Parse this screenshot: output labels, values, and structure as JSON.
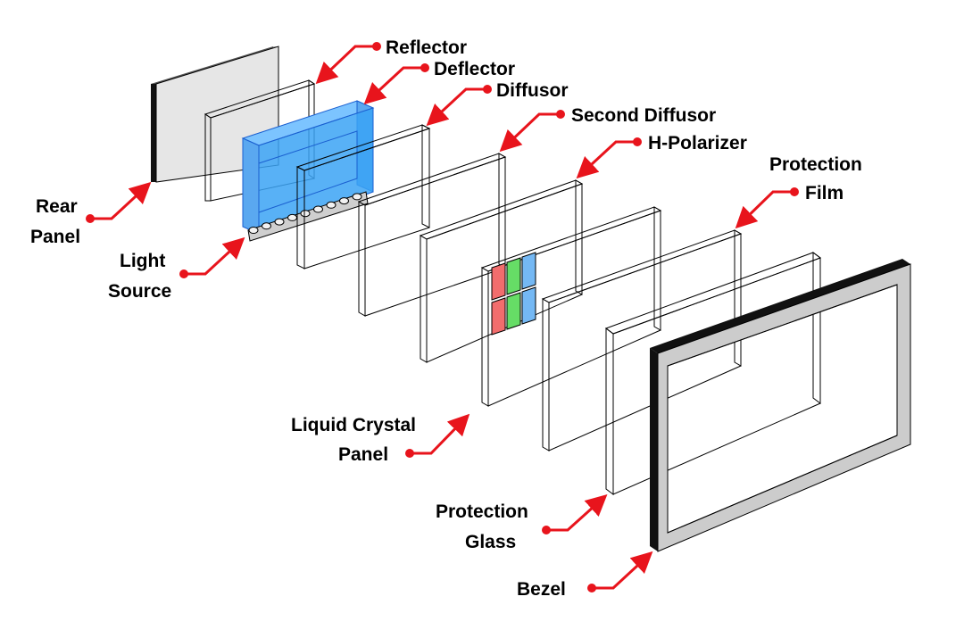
{
  "labels": {
    "reflector": "Reflector",
    "deflector": "Deflector",
    "diffusor": "Diffusor",
    "second_diffusor": "Second Diffusor",
    "h_polarizer": "H-Polarizer",
    "protection_film_1": "Protection",
    "protection_film_2": "Film",
    "rear_panel_1": "Rear",
    "rear_panel_2": "Panel",
    "light_source_1": "Light",
    "light_source_2": "Source",
    "liquid_crystal_1": "Liquid Crystal",
    "liquid_crystal_2": "Panel",
    "protection_glass_1": "Protection",
    "protection_glass_2": "Glass",
    "bezel": "Bezel"
  },
  "colors": {
    "arrow": "#e8141c",
    "deflector_fill": "#3ba3f5",
    "glass_fill": "#bdf3f6",
    "rear_panel_fill": "#e6e6e6",
    "pixel_red": "#f26d6d",
    "pixel_green": "#66dd66",
    "pixel_blue": "#74b8f4",
    "bezel_face": "#cccccc",
    "bezel_edge": "#111111"
  }
}
